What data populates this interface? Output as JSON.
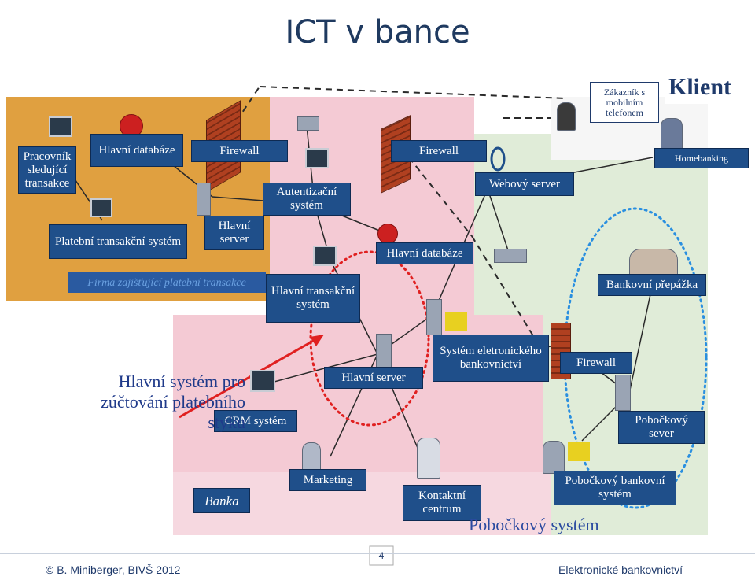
{
  "title": "ICT v bance",
  "labels": {
    "pracovnik": "Pracovník sledující transakce",
    "hlavni_databaze_1": "Hlavní databáze",
    "firewall_1": "Firewall",
    "firewall_2": "Firewall",
    "firewall_3": "Firewall",
    "zakaznik": "Zákazník s mobilním telefonem",
    "klient": "Klient",
    "homebanking": "Homebanking",
    "autentizacni": "Autentizační systém",
    "webovy_server": "Webový server",
    "platebni": "Platební transakční systém",
    "hlavni_server_1": "Hlavní server",
    "hlavni_databaze_2": "Hlavní databáze",
    "firma": "Firma zajišťující platební transakce",
    "hlavni_transakcni": "Hlavní transakční systém",
    "bankovni_prepazka": "Bankovní přepážka",
    "system_eletronickeho": "Systém eletronického bankovnictví",
    "hlavni_system_zuctovani": "Hlavní systém pro zúčtování platebního styku",
    "hlavni_server_2": "Hlavní server",
    "crm": "CRM systém",
    "pobockovy_sever": "Pobočkový sever",
    "marketing": "Marketing",
    "banka": "Banka",
    "kontaktni": "Kontaktní centrum",
    "pobockovy_bankovni": "Pobočkový bankovní systém",
    "pobockovy_system": "Pobočkový systém"
  },
  "footer": {
    "left": "© B. Miniberger, BIVŠ  2012",
    "page": "4",
    "right": "Elektronické bankovnictví"
  },
  "colors": {
    "box_bg": "#1f4f8a",
    "title": "#1f3a60",
    "arrow": "#e02020",
    "red_circle": "#e02020",
    "blue_circle": "#2a8fe0"
  }
}
